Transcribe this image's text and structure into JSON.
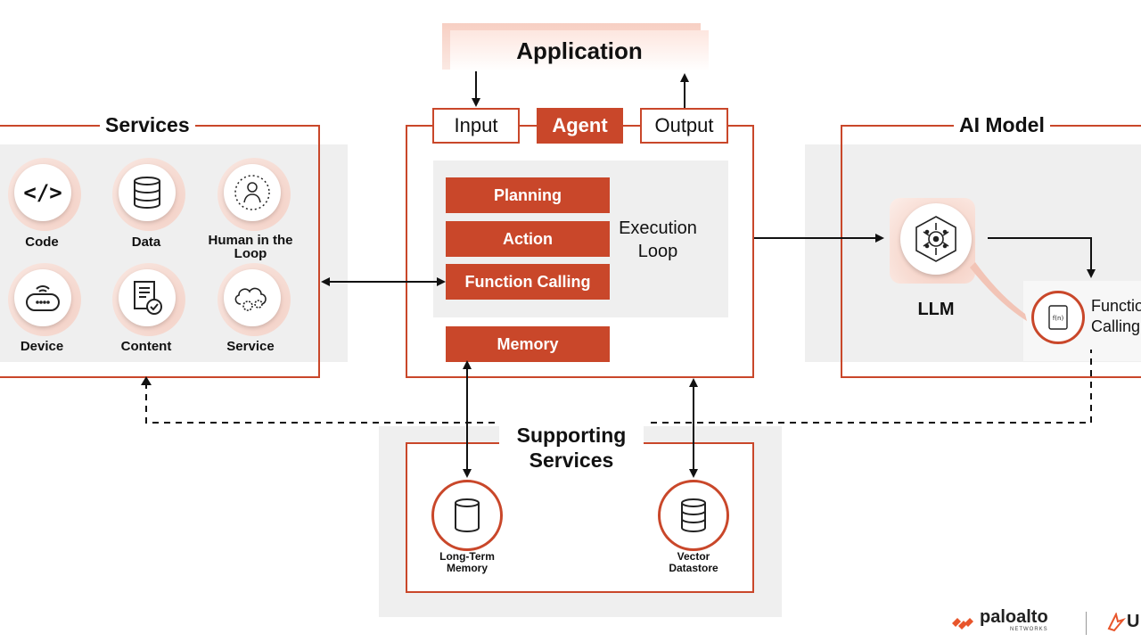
{
  "application": {
    "title": "Application"
  },
  "agent": {
    "title": "Agent",
    "input_label": "Input",
    "output_label": "Output",
    "planning": "Planning",
    "action": "Action",
    "function_calling": "Function Calling",
    "execution_loop": "Execution\nLoop",
    "memory": "Memory"
  },
  "services": {
    "title": "Services",
    "items": [
      {
        "label": "Code",
        "icon": "code-icon"
      },
      {
        "label": "Data",
        "icon": "database-icon"
      },
      {
        "label": "Human in\nthe Loop",
        "icon": "human-icon"
      },
      {
        "label": "Device",
        "icon": "device-icon"
      },
      {
        "label": "Content",
        "icon": "document-check-icon"
      },
      {
        "label": "Service",
        "icon": "cloud-gear-icon"
      }
    ]
  },
  "ai_model": {
    "title": "AI Model",
    "llm_label": "LLM",
    "function_label": "Functio\nCalling",
    "fn_glyph": "f(n)"
  },
  "supporting": {
    "title": "Supporting\nServices",
    "long_term_memory": "Long-Term\nMemory",
    "vector_datastore": "Vector\nDatastore"
  },
  "footer": {
    "brand": "paloalto",
    "brand_sub": "NETWORKS",
    "partner_partial": "U"
  },
  "colors": {
    "accent": "#c9472a",
    "shade": "#efefef"
  }
}
